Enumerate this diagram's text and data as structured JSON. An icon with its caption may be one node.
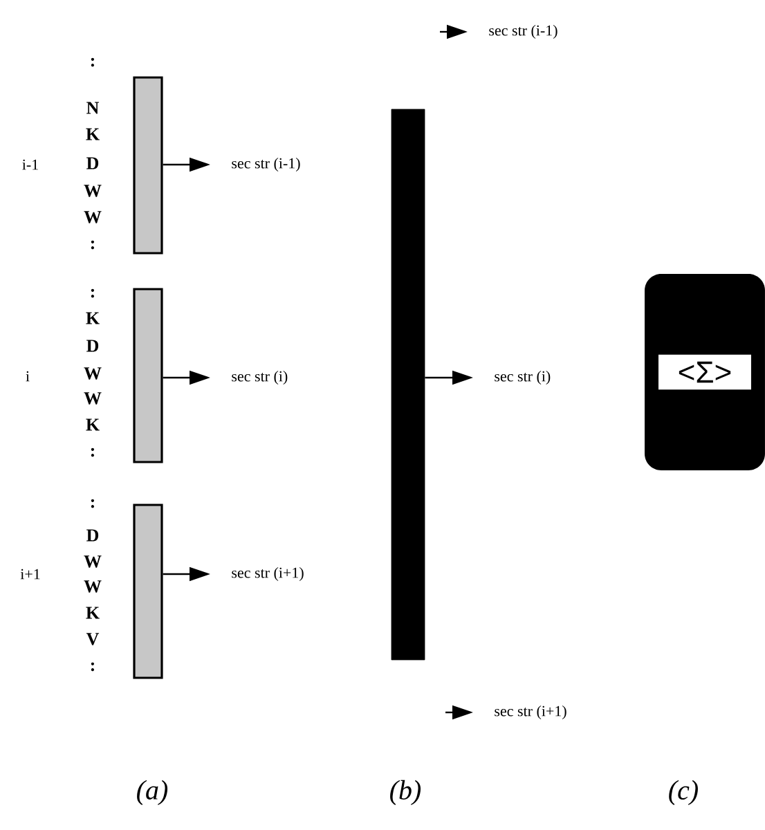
{
  "diagram": {
    "nodes": [
      {
        "text": [],
        "shape": "bar"
      },
      {
        "text": [
          "sec str (i-1)"
        ]
      },
      {
        "text": [],
        "shape": "bar"
      },
      {
        "text": [
          "sec str (i)"
        ]
      },
      {
        "text": [],
        "shape": "bar"
      },
      {
        "text": [
          "sec str (i+1)"
        ]
      },
      {
        "text": [],
        "shape": "bar"
      },
      {
        "text": [
          "sec str (i-1)"
        ]
      },
      {
        "text": [
          "sec str (i)"
        ]
      },
      {
        "text": [
          "sec str (i+1)"
        ]
      },
      {
        "text": [
          "<Σ>"
        ]
      }
    ],
    "edges": [
      {
        "from": 0,
        "to": 1,
        "arrow": "to"
      },
      {
        "from": 2,
        "to": 3,
        "arrow": "to"
      },
      {
        "from": 4,
        "to": 5,
        "arrow": "to"
      },
      {
        "from": null,
        "to": 7,
        "arrow": "to"
      },
      {
        "from": 6,
        "to": 8,
        "arrow": "to"
      },
      {
        "from": null,
        "to": 9,
        "arrow": "to"
      }
    ],
    "labels": [
      "i-1",
      ":",
      "N",
      "K",
      "D",
      "W",
      "W",
      ":",
      "i",
      ":",
      "K",
      "D",
      "W",
      "W",
      "K",
      ":",
      "i+1",
      ":",
      "D",
      "W",
      "W",
      "K",
      "V",
      ":",
      "(a)",
      "(b)",
      "(c)"
    ]
  }
}
